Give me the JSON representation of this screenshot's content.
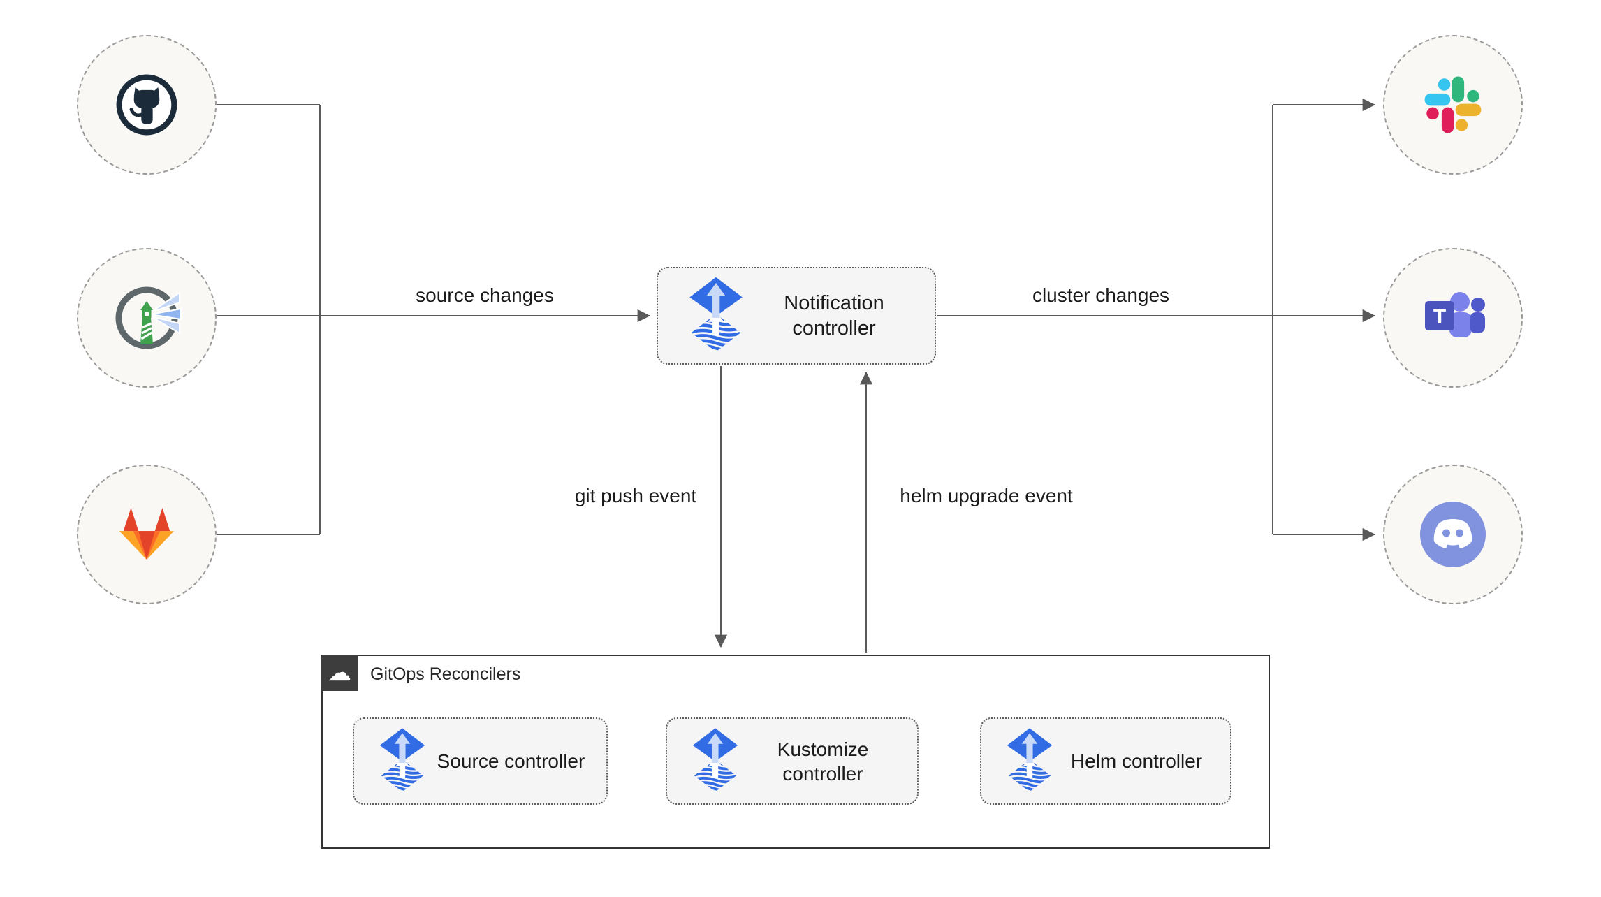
{
  "edges": {
    "source_changes": "source changes",
    "cluster_changes": "cluster changes",
    "git_push_event": "git push event",
    "helm_upgrade_event": "helm upgrade event"
  },
  "nodes": {
    "notification": {
      "label": "Notification controller",
      "icon": "flux-icon"
    },
    "source": {
      "label": "Source controller",
      "icon": "flux-icon"
    },
    "kustomize": {
      "label": "Kustomize controller",
      "icon": "flux-icon"
    },
    "helm": {
      "label": "Helm controller",
      "icon": "flux-icon"
    }
  },
  "container": {
    "label": "GitOps Reconcilers",
    "icon": "cloud-icon",
    "cloud_glyph": "☁"
  },
  "sources": [
    {
      "icon": "github-icon"
    },
    {
      "icon": "harbor-icon"
    },
    {
      "icon": "gitlab-icon"
    }
  ],
  "destinations": [
    {
      "icon": "slack-icon"
    },
    {
      "icon": "teams-icon"
    },
    {
      "icon": "discord-icon"
    }
  ],
  "colors": {
    "line": "#595959",
    "text": "#1a1a1a",
    "node_fill": "#f5f5f5",
    "node_border": "#5c5c5c",
    "circle_fill": "#f9f8f5",
    "circle_border": "#9a9a9a",
    "container_border": "#333333",
    "badge_bg": "#3d3d3d",
    "flux_blue": "#316CE4",
    "flux_arrow_light": "#C9D9F8",
    "github_dark": "#1B2B3A",
    "harbor_gray": "#5E686B",
    "harbor_green": "#3FA14D",
    "harbor_beam": "#8FB4F0",
    "harbor_beam_light": "#C3D6F6",
    "gitlab_red": "#E24329",
    "gitlab_orange": "#FC6D26",
    "gitlab_amber": "#FCA326",
    "slack_blue": "#36C5F0",
    "slack_green": "#2EB67D",
    "slack_red": "#E01E5A",
    "slack_yellow": "#ECB22E",
    "teams_purple": "#4B53BC",
    "teams_mid": "#5059C9",
    "teams_light": "#7B83EB",
    "discord_blurple": "#8193DE"
  }
}
